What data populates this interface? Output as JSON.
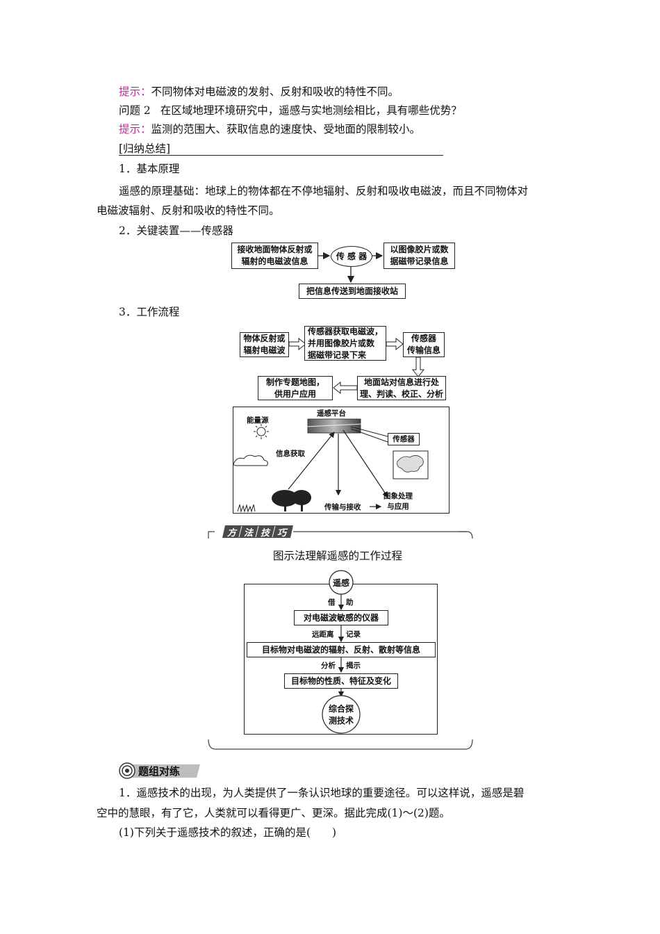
{
  "hint1": {
    "label": "提示：",
    "text": "不同物体对电磁波的发射、反射和吸收的特性不同。"
  },
  "question2": {
    "label": "问题 2",
    "text": "在区域地理环境研究中，遥感与实地测绘相比，具有哪些优势？"
  },
  "hint2": {
    "label": "提示：",
    "text": "监测的范围大、获取信息的速度快、受地面的限制较小。"
  },
  "summary_header": "[归纳总结]",
  "section1": {
    "heading": "1．基本原理",
    "line1": "遥感的原理基础：地球上的物体都在不停地辐射、反射和吸收电磁波，而且不同物体对",
    "line2": "电磁波辐射、反射和吸收的特性不同。"
  },
  "section2": {
    "heading": "2．关键装置——传感器",
    "box_receive": [
      "接收地面物体反射或",
      "辐射的电磁波信息"
    ],
    "box_sensor": "传 感 器",
    "box_record": [
      "以图像胶片或数",
      "据磁带记录信息"
    ],
    "box_transmit": "把信息传送到地面接收站"
  },
  "section3": {
    "heading": "3．工作流程",
    "flow": {
      "box1": [
        "物体反射或",
        "辐射电磁波"
      ],
      "box2": [
        "传感器获取电磁波，",
        "并用图像胶片或数",
        "据磁带记录下来"
      ],
      "box3": [
        "传感器",
        "传输信息"
      ],
      "box4": [
        "地面站对信息进行处",
        "理、判读、校正、分析"
      ],
      "box5": [
        "制作专题地图，",
        "供用户应用"
      ]
    },
    "illustration": {
      "energy_source": "能量源",
      "platform": "遥感平台",
      "sensor": "传感器",
      "info_acquire": "信息获取",
      "transmit_receive": "传输与接收",
      "image_process": [
        "图象处理",
        "与应用"
      ]
    }
  },
  "method": {
    "badge": [
      "方",
      "法",
      "技",
      "巧"
    ],
    "title": "图示法理解遥感的工作过程",
    "node_top": "遥感",
    "link1": [
      "借",
      "助"
    ],
    "box1": "对电磁波敏感的仪器",
    "link2": [
      "远距离",
      "记录"
    ],
    "box2": "目标物对电磁波的辐射、反射、散射等信息",
    "link3": [
      "分析",
      "揭示"
    ],
    "box3": "目标物的性质、特征及变化",
    "node_bottom": [
      "综合探",
      "测技术"
    ]
  },
  "practice": {
    "badge": "题组对练",
    "q1_line1": "1．遥感技术的出现，为人类提供了一条认识地球的重要途径。可以这样说，遥感是碧",
    "q1_line2": "空中的慧眼，有了它，人类就可以看得更广、更深。据此完成(1)～(2)题。",
    "q1_sub": "(1)下列关于遥感技术的叙述，正确的是(　　)"
  },
  "colors": {
    "hint": "#c0269c",
    "text": "#111111"
  }
}
